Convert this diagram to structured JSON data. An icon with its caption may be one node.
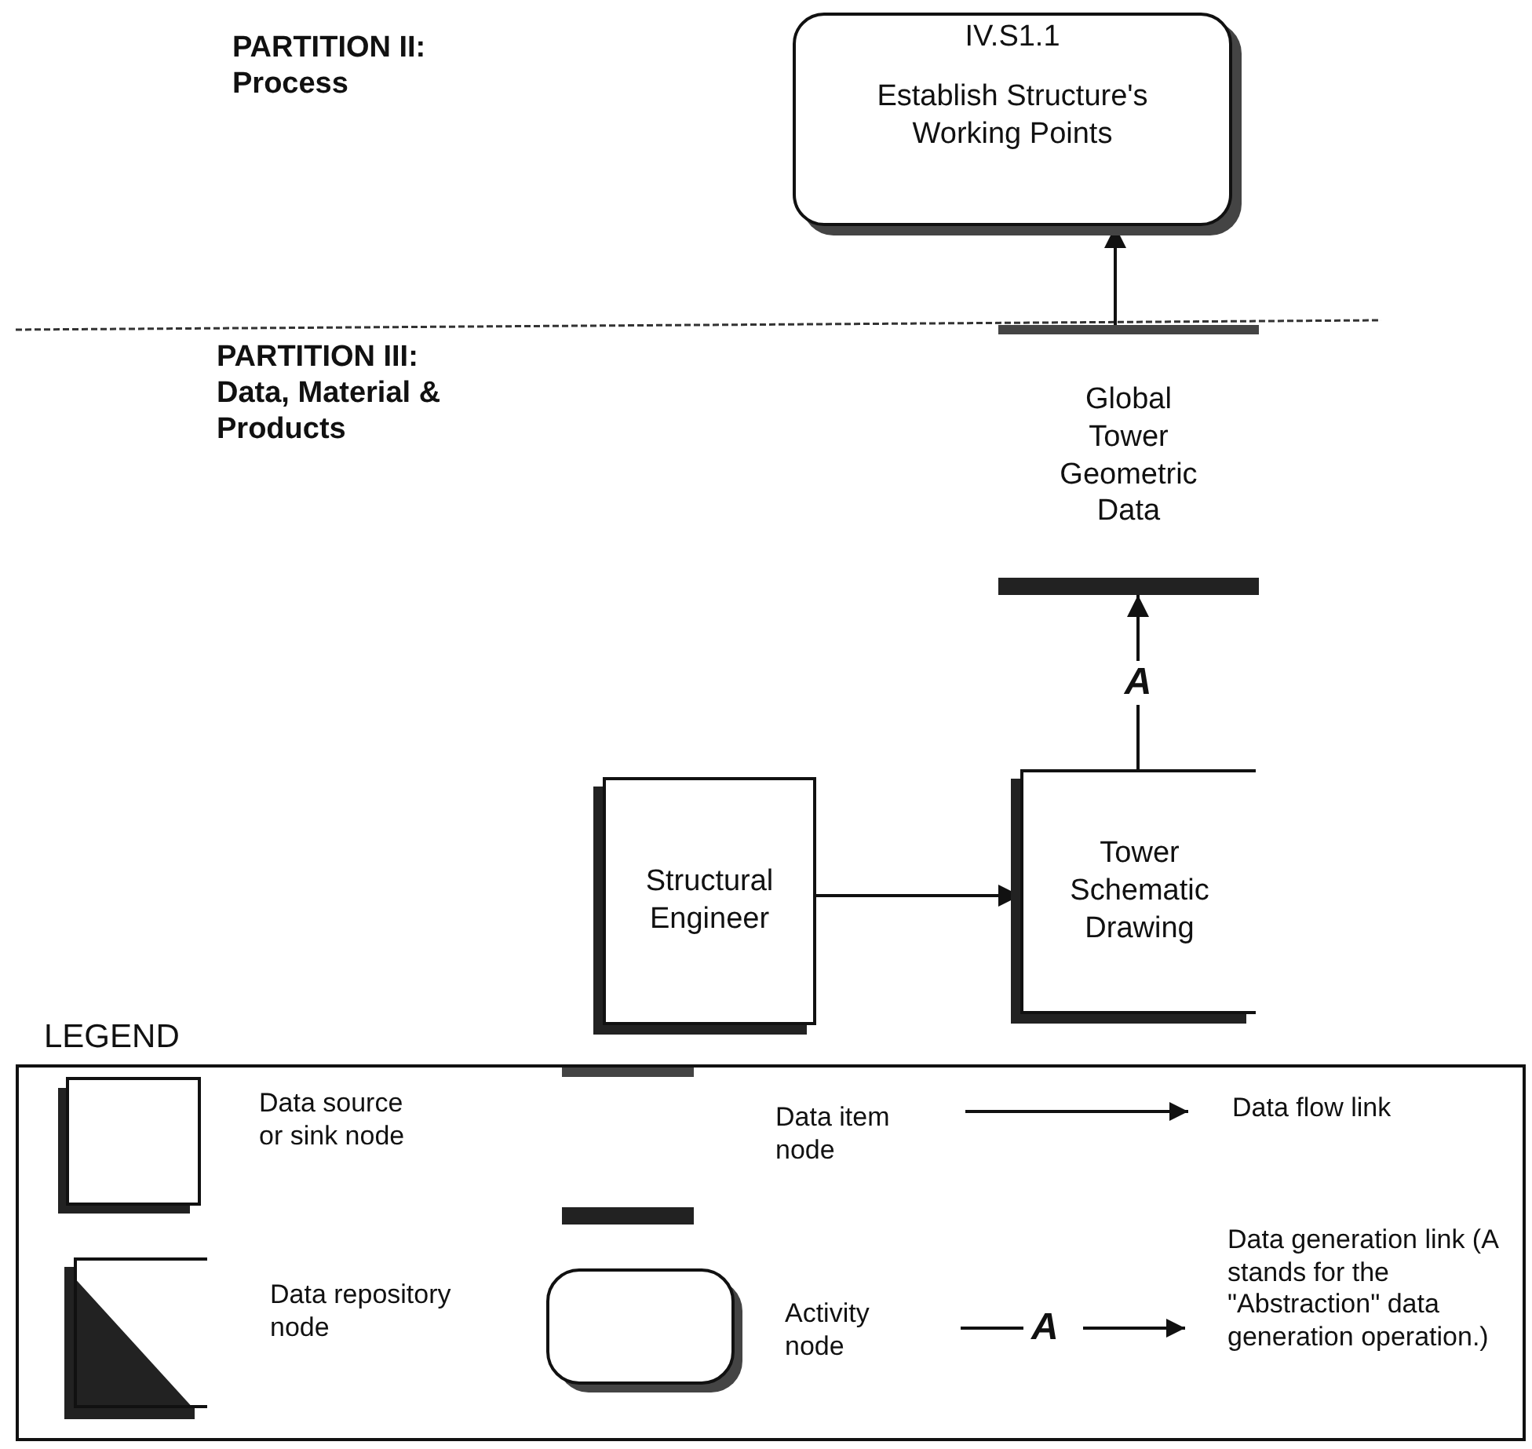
{
  "diagram": {
    "nodes": [
      {
        "text": [
          "IV.S1.1",
          "Establish Structure's Working Points"
        ]
      },
      {
        "text": [
          "Global Tower Geometric Data"
        ]
      },
      {
        "text": [
          "Structural Engineer"
        ]
      },
      {
        "text": [
          "Tower Schematic Drawing"
        ]
      }
    ],
    "edges": [
      {
        "from": 2,
        "to": 3,
        "arrow": "to"
      },
      {
        "from": 3,
        "to": 1,
        "arrow": "to",
        "label": "A"
      },
      {
        "from": 1,
        "to": 0,
        "arrow": "to"
      }
    ],
    "labels": [
      "PARTITION II: Process",
      "PARTITION III: Data, Material & Products",
      "LEGEND",
      "A"
    ],
    "legend": [
      {
        "text": "Data source or sink node"
      },
      {
        "text": "Data item node"
      },
      {
        "text": "Data flow link"
      },
      {
        "text": "Data repository node"
      },
      {
        "text": "Activity node"
      },
      {
        "text": "Data generation link (A stands for the \"Abstraction\" data generation operation.)"
      }
    ]
  }
}
